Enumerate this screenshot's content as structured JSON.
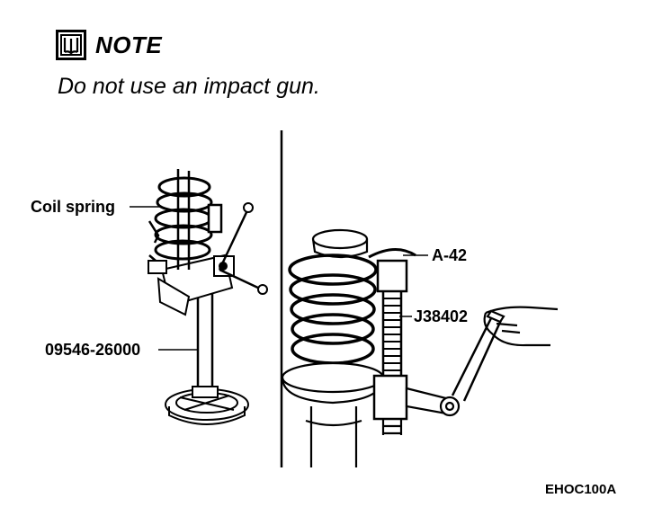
{
  "note": {
    "title": "NOTE",
    "text": "Do not use an impact gun.",
    "icon": "book-icon"
  },
  "labels": {
    "coil_spring": "Coil spring",
    "tool_left": "09546-26000",
    "tool_a42": "A-42",
    "tool_j38402": "J38402"
  },
  "figure_code": "EHOC100A"
}
